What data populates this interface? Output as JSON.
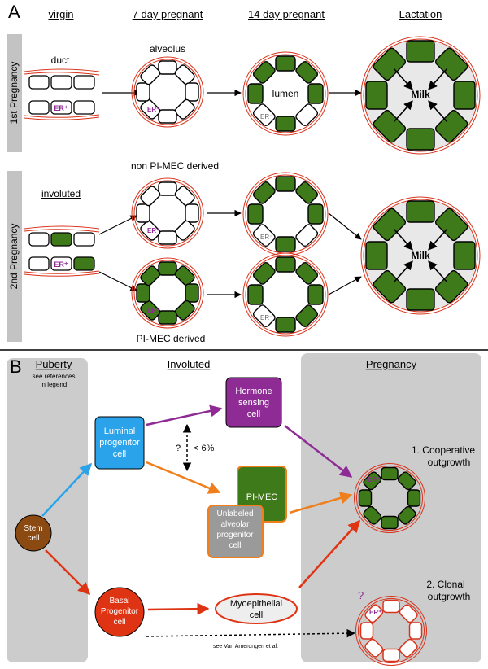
{
  "panel_a": {
    "letter": "A",
    "columns": [
      "virgin",
      "7 day pregnant",
      "14 day pregnant",
      "Lactation"
    ],
    "rows": [
      "1st Pregnancy",
      "2nd Pregnancy"
    ],
    "labels": {
      "duct": "duct",
      "alveolus": "alveolus",
      "lumen": "lumen",
      "milk": "Milk",
      "er_plus": "ER⁺",
      "er_minus": "ER⁻",
      "involuted": "involuted",
      "non_pimec": "non PI-MEC derived",
      "pimec_derived": "PI-MEC derived"
    }
  },
  "panel_b": {
    "letter": "B",
    "sections": {
      "puberty": "Puberty",
      "puberty_note_1": "see references",
      "puberty_note_2": "in legend",
      "involuted": "Involuted",
      "pregnancy": "Pregnancy"
    },
    "cells": {
      "stem_1": "Stem",
      "stem_2": "cell",
      "luminal_1": "Luminal",
      "luminal_2": "progenitor",
      "luminal_3": "cell",
      "hormone_1": "Hormone",
      "hormone_2": "sensing",
      "hormone_3": "cell",
      "pimec": "PI-MEC",
      "unlabeled_1": "Unlabeled",
      "unlabeled_2": "alveolar",
      "unlabeled_3": "progenitor",
      "unlabeled_4": "cell",
      "basal_1": "Basal",
      "basal_2": "Progenitor",
      "basal_3": "cell",
      "myo_1": "Myoepithelial",
      "myo_2": "cell"
    },
    "annotations": {
      "question": "?",
      "percent": "< 6%",
      "coop_1": "1. Cooperative",
      "coop_2": "outgrowth",
      "clonal_1": "2. Clonal",
      "clonal_2": "outgrowth",
      "question2": "?",
      "van_amerongen": "see Van Amerongen et al."
    }
  },
  "colors": {
    "green": "#3f7a1a",
    "red_outline": "#d9321a",
    "purple": "#8e2b95",
    "blue": "#2aa3ea",
    "orange": "#f07e1b",
    "brown": "#8a4a12",
    "red_fill": "#de3414",
    "gray_panel": "#cccccc",
    "gray_box": "#9a9a9a"
  }
}
